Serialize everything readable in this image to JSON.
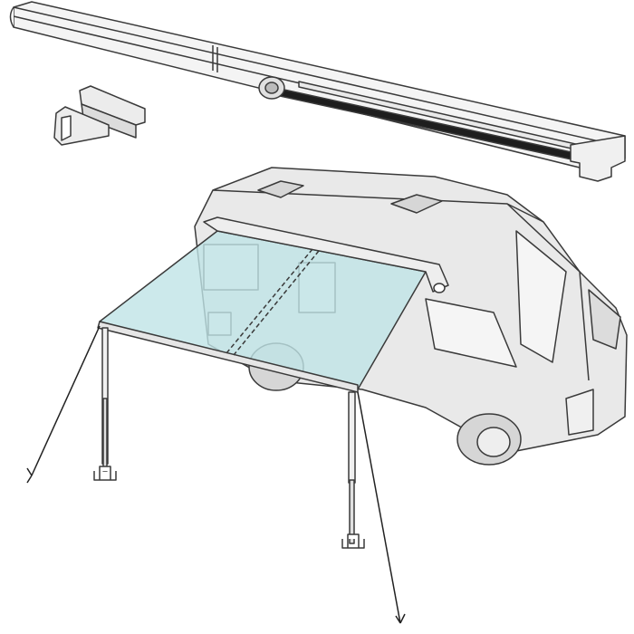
{
  "colors": {
    "background": "#ffffff",
    "outline": "#3a3a3a",
    "van_body": "#e9e9e9",
    "van_shade": "#d6d6d6",
    "awning_fabric": "#bfe3e6",
    "rail": "#f4f4f4",
    "rail_stripe": "#1e1e1e"
  },
  "icons": [
    "awning-rail",
    "mounting-brackets",
    "camper-van",
    "awning-fabric",
    "support-legs",
    "guy-ropes"
  ]
}
